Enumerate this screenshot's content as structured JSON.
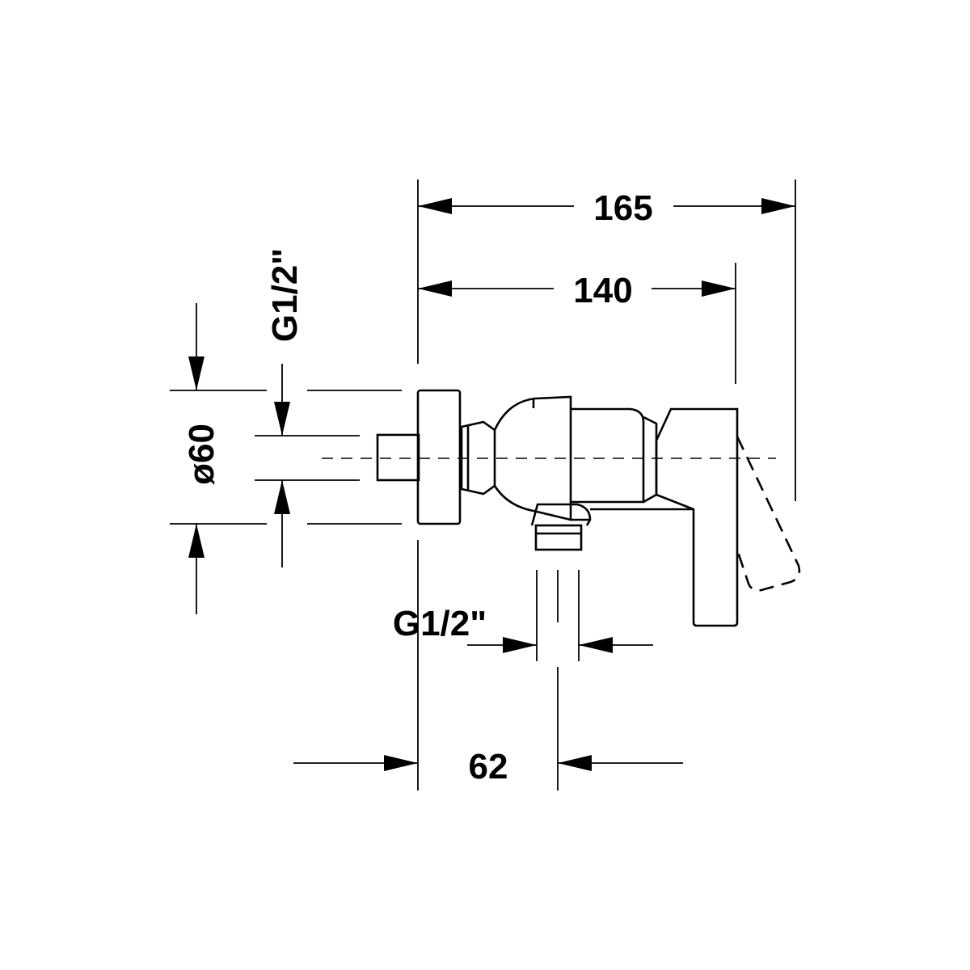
{
  "dimensions": {
    "overall_width": "165",
    "body_width": "140",
    "outlet_offset": "62",
    "rosette_diameter": "ø60",
    "inlet_thread": "G1/2\"",
    "outlet_thread": "G1/2\""
  },
  "colors": {
    "line": "#000000",
    "background": "#ffffff"
  }
}
